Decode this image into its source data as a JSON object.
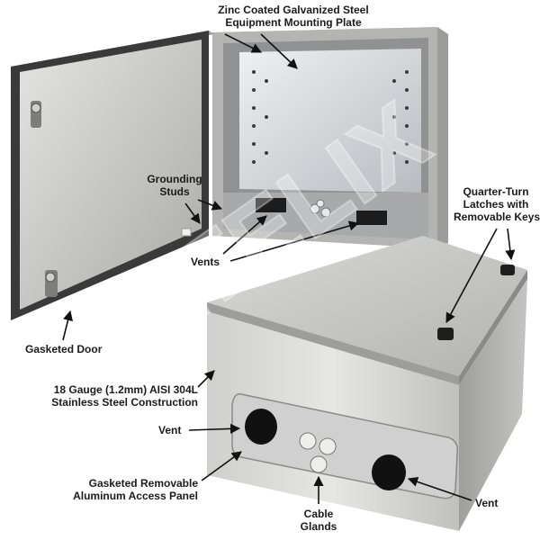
{
  "callouts": {
    "mounting_plate": [
      "Zinc Coated Galvanized Steel",
      "Equipment Mounting Plate"
    ],
    "grounding_studs": [
      "Grounding",
      "Studs"
    ],
    "latches": [
      "Quarter-Turn",
      "Latches with",
      "Removable Keys"
    ],
    "vents_top": "Vents",
    "gasketed_door": "Gasketed Door",
    "construction": [
      "18 Gauge (1.2mm) AISI 304L",
      "Stainless Steel Construction"
    ],
    "vent_left": "Vent",
    "access_panel": [
      "Gasketed Removable",
      "Aluminum Access Panel"
    ],
    "cable_glands": [
      "Cable",
      "Glands"
    ],
    "vent_right": "Vent"
  },
  "watermark": "ALTELIX",
  "colors": {
    "steel_light": "#d6d6d4",
    "steel_mid": "#b9b9b7",
    "steel_dark": "#8e8e8c",
    "gasket": "#2a2a2a",
    "label_text": "#1b1b1b"
  }
}
